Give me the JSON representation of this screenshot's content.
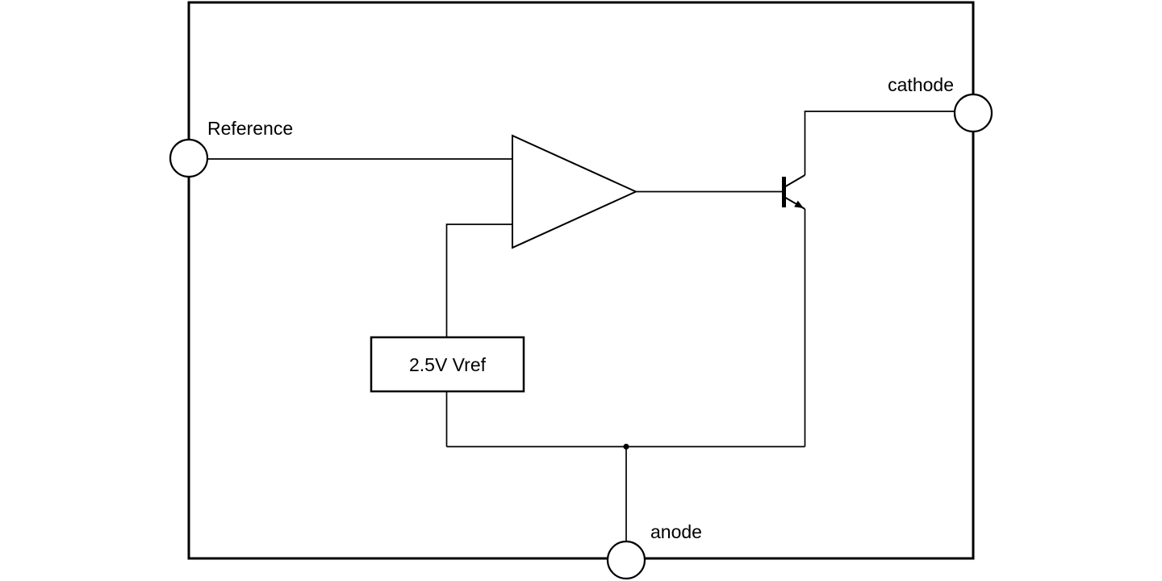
{
  "app": {
    "background_color": "#ffffff",
    "line_color": "#000000",
    "text_color": "#000000"
  },
  "diagram": {
    "type": "circuit-schematic",
    "terminals": {
      "reference": {
        "label": "Reference"
      },
      "cathode": {
        "label": "cathode"
      },
      "anode": {
        "label": "anode"
      }
    },
    "blocks": {
      "vref": {
        "label": "2.5V Vref"
      },
      "error_amplifier": {
        "symbol": "op-amp-triangle"
      },
      "pass_transistor": {
        "symbol": "npn-transistor"
      }
    }
  }
}
